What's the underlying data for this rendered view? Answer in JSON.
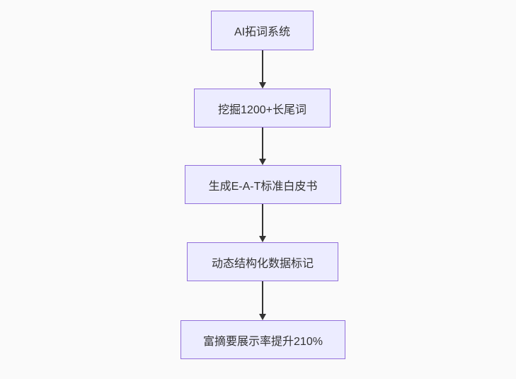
{
  "diagram": {
    "type": "flowchart",
    "direction": "top-down",
    "colors": {
      "background": "#fafafa",
      "node_fill": "#ECECFF",
      "node_border": "#9370DB",
      "arrow": "#333333",
      "text": "#333333"
    },
    "nodes": [
      {
        "label": "AI拓词系统"
      },
      {
        "label": "挖掘1200+长尾词"
      },
      {
        "label": "生成E-A-T标准白皮书"
      },
      {
        "label": "动态结构化数据标记"
      },
      {
        "label": "富摘要展示率提升210%"
      }
    ],
    "edges": [
      {
        "from": 0,
        "to": 1,
        "style": "solid-arrow"
      },
      {
        "from": 1,
        "to": 2,
        "style": "solid-arrow"
      },
      {
        "from": 2,
        "to": 3,
        "style": "solid-arrow"
      },
      {
        "from": 3,
        "to": 4,
        "style": "solid-arrow"
      }
    ]
  }
}
